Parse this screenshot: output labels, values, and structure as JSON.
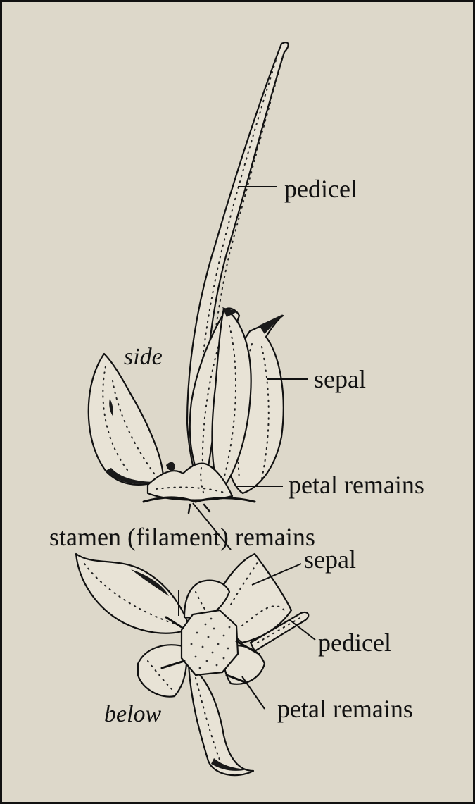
{
  "labels": {
    "pedicel_top": "pedicel",
    "side": "side",
    "sepal_top": "sepal",
    "petal_remains_top": "petal remains",
    "stamen_remains": "stamen (filament) remains",
    "sepal_bottom": "sepal",
    "pedicel_bottom": "pedicel",
    "below": "below",
    "petal_remains_bottom": "petal remains"
  },
  "colors": {
    "background": "#ddd8ca",
    "ink": "#111111",
    "border": "#111111"
  }
}
